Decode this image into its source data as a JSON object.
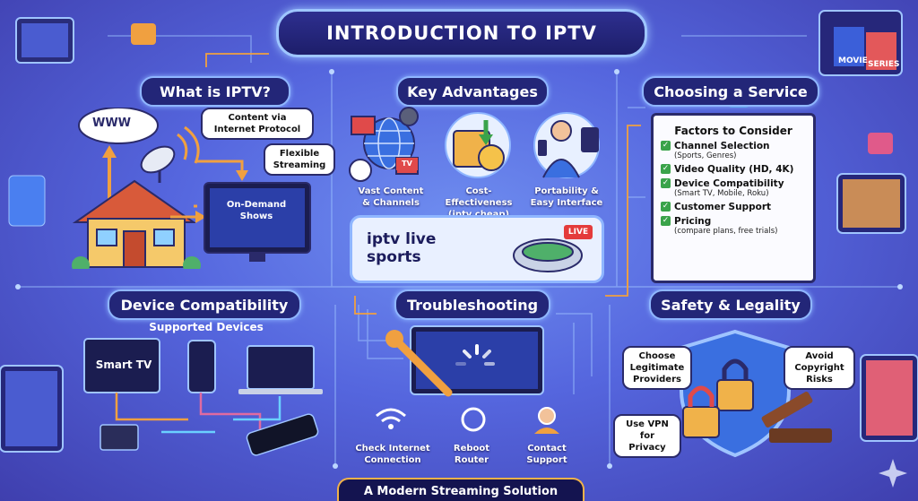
{
  "title": "INTRODUCTION TO IPTV",
  "footer": "A Modern Streaming Solution",
  "sections": {
    "what_is": {
      "heading": "What is IPTV?",
      "www": "WWW",
      "bubble_protocol": "Content via Internet Protocol",
      "bubble_flexible": "Flexible Streaming",
      "tv_text": "On-Demand Shows"
    },
    "advantages": {
      "heading": "Key Advantages",
      "items": [
        {
          "label": "Vast Content & Channels",
          "icon": "globe-film-icon"
        },
        {
          "label": "Cost-Effectiveness (iptv cheap)",
          "icon": "coins-icon"
        },
        {
          "label": "Portability & Easy Interface",
          "icon": "person-devices-icon"
        }
      ],
      "live_text": "iptv live sports",
      "live_badge": "LIVE",
      "tv_badge": "TV"
    },
    "choosing": {
      "heading": "Choosing a Service",
      "factors_title": "Factors to Consider",
      "factors": [
        {
          "name": "Channel Selection",
          "sub": "(Sports, Genres)"
        },
        {
          "name": "Video Quality (HD, 4K)",
          "sub": ""
        },
        {
          "name": "Device Compatibility",
          "sub": "(Smart TV, Mobile, Roku)"
        },
        {
          "name": "Customer Support",
          "sub": ""
        },
        {
          "name": "Pricing",
          "sub": "(compare plans, free trials)"
        }
      ],
      "side_labels": [
        "MOVIE",
        "SERIES"
      ]
    },
    "devices": {
      "heading": "Device Compatibility",
      "subheading": "Supported Devices",
      "smart_tv": "Smart TV"
    },
    "troubleshooting": {
      "heading": "Troubleshooting",
      "items": [
        {
          "label": "Check Internet Connection",
          "icon": "wifi-icon"
        },
        {
          "label": "Reboot Router",
          "icon": "refresh-icon"
        },
        {
          "label": "Contact Support",
          "icon": "headset-icon"
        }
      ]
    },
    "safety": {
      "heading": "Safety & Legality",
      "bubble_legit": "Choose Legitimate Providers",
      "bubble_copyright": "Avoid Copyright Risks",
      "bubble_vpn": "Use VPN for Privacy"
    }
  },
  "colors": {
    "background": "#5566de",
    "panel_border": "#8fb6ff",
    "banner": "#1d1e6a",
    "accent_orange": "#f0a040",
    "check_green": "#3aa34a",
    "live_red": "#e43b3b"
  }
}
